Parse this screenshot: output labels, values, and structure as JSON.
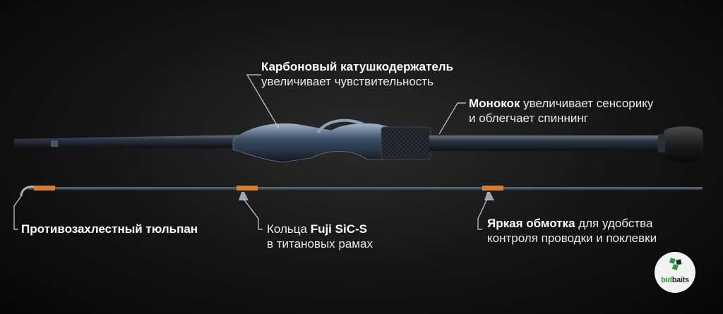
{
  "labels": {
    "reel_seat": {
      "title": "Карбоновый катушкодержатель",
      "desc": "увеличивает чувствительность"
    },
    "monocoque": {
      "title": "Монокок",
      "desc1": "увеличивает сенсорику",
      "desc2": "и облегчает  спиннинг"
    },
    "tip": {
      "title": "Противозахлестный тюльпан"
    },
    "guides": {
      "prefix": "Кольца",
      "brand": "Fuji SiC-S",
      "line2": "в титановых рамах"
    },
    "wraps": {
      "title": "Яркая обмотка",
      "desc1": "для удобства",
      "desc2": "контроля проводки и поклевки"
    }
  },
  "logo": {
    "part1": "bid",
    "part2": "baits"
  },
  "colors": {
    "accent": "#e07a1f",
    "background": "#111111",
    "rod": "#2d3a4a"
  }
}
